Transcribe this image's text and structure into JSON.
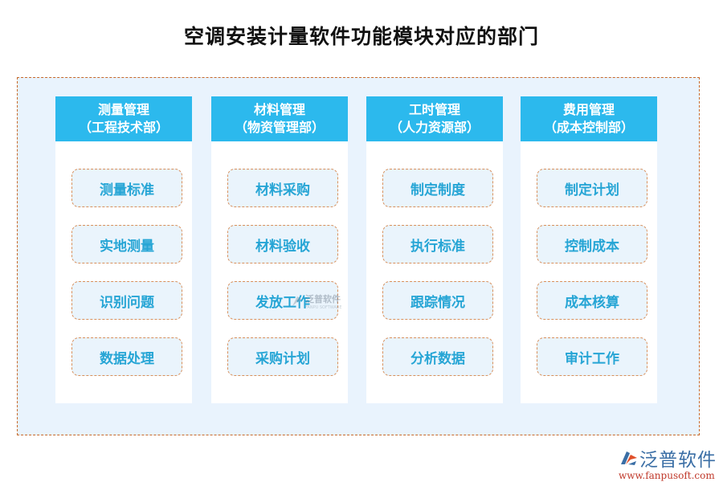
{
  "title": "空调安装计量软件功能模块对应的部门",
  "columns": [
    {
      "module": "测量管理",
      "department": "（工程技术部）",
      "items": [
        "测量标准",
        "实地测量",
        "识别问题",
        "数据处理"
      ]
    },
    {
      "module": "材料管理",
      "department": "（物资管理部）",
      "items": [
        "材料采购",
        "材料验收",
        "发放工作",
        "采购计划"
      ]
    },
    {
      "module": "工时管理",
      "department": "（人力资源部）",
      "items": [
        "制定制度",
        "执行标准",
        "跟踪情况",
        "分析数据"
      ]
    },
    {
      "module": "费用管理",
      "department": "（成本控制部）",
      "items": [
        "制定计划",
        "控制成本",
        "成本核算",
        "审计工作"
      ]
    }
  ],
  "watermark": {
    "text": "泛普软件",
    "subtext": "FANPU SOFTWARE"
  },
  "logo": {
    "name": "泛普软件",
    "url": "www.fanpusoft.com",
    "icon": "fanpu-logo-icon"
  },
  "colors": {
    "header_bg": "#2cb9ed",
    "item_text": "#26a5d5",
    "dashed_border": "#c8692a",
    "frame_bg": "#e9f3fd"
  }
}
